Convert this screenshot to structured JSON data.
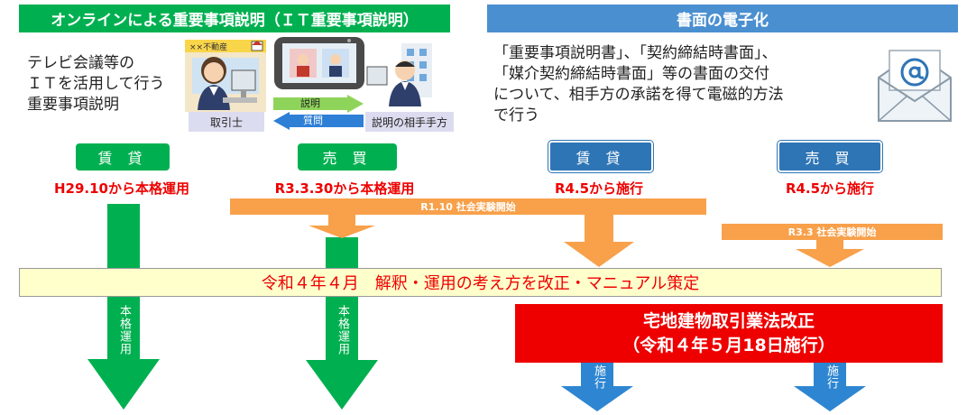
{
  "colors": {
    "green": "#00b050",
    "blue_header": "#4a8fd0",
    "blue_pill": "#2e75b6",
    "blue_arrow": "#2e86d2",
    "orange": "#f8a04a",
    "red": "#ee0000",
    "banner_bg": "#ffffcc"
  },
  "left_header": "オンラインによる重要事項説明（ＩＴ重要事項説明）",
  "right_header": "書面の電子化",
  "left_text": [
    "テレビ会議等の",
    "ＩＴを活用して行う",
    "重要事項説明"
  ],
  "right_text": [
    "「重要事項説明書」、「契約締結時書面」、",
    "「媒介契約締結時書面」等の書面の交付",
    "について、相手方の承諾を得て電磁的方法",
    "で行う"
  ],
  "illustration": {
    "left_label": "取引士",
    "right_label": "説明の相手手方",
    "arrow_right_label": "説明",
    "arrow_left_label": "質問",
    "storefront_sign": "××不動産",
    "icon_left": "agent-person-icon",
    "icon_right": "client-person-icon",
    "icon_screen": "video-call-screen-icon"
  },
  "mail_icon": "email-envelope-icon",
  "pills": [
    {
      "label": "賃 貸",
      "color": "green"
    },
    {
      "label": "売 買",
      "color": "green"
    },
    {
      "label": "賃 貸",
      "color": "blue"
    },
    {
      "label": "売 買",
      "color": "blue"
    }
  ],
  "dates": [
    "H29.10から本格運用",
    "R3.3.30から本格運用",
    "R4.5から施行",
    "R4.5から施行"
  ],
  "experiment_bands": [
    "R1.10 社会実験開始",
    "R3.3 社会実験開始"
  ],
  "banner": "令和４年４月　解釈・運用の考え方を改正・マニュアル策定",
  "law_box": [
    "宅地建物取引業法改正",
    "（令和４年５月18日施行）"
  ],
  "arrow_labels": {
    "full_operation": "本格運用",
    "enforcement": "施行"
  }
}
